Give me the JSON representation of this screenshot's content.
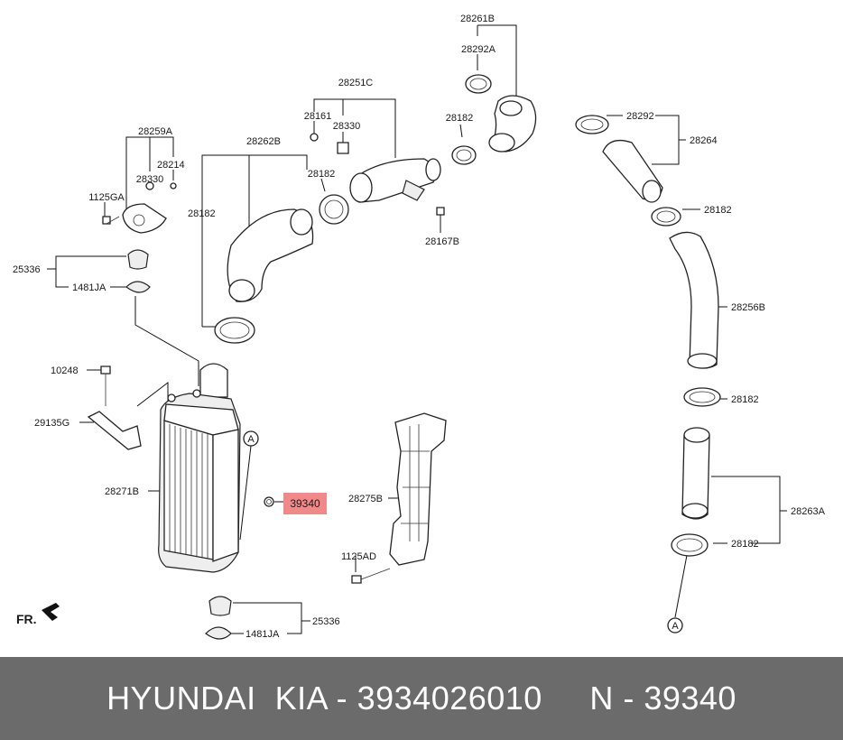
{
  "diagram": {
    "labels": {
      "l28261B": "28261B",
      "l28292A": "28292A",
      "l28251C": "28251C",
      "l28161": "28161",
      "l28330a": "28330",
      "l28182a": "28182",
      "l28292": "28292",
      "l28264": "28264",
      "l28259A": "28259A",
      "l28262B": "28262B",
      "l28214": "28214",
      "l28330b": "28330",
      "l28182b": "28182",
      "l1125GA": "1125GA",
      "l28182c": "28182",
      "l28167B": "28167B",
      "l28182d": "28182",
      "l25336a": "25336",
      "l1481JAa": "1481JA",
      "l28256B": "28256B",
      "l10248": "10248",
      "l28182e": "28182",
      "l29135G": "29135G",
      "lA1": "A",
      "l28271B": "28271B",
      "l39340": "39340",
      "l28275B": "28275B",
      "l28263A": "28263A",
      "l28182f": "28182",
      "l1125AD": "1125AD",
      "lFR": "FR.",
      "l25336b": "25336",
      "l1481JAb": "1481JA",
      "lA2": "A"
    },
    "highlight_color": "#f08a8a"
  },
  "footer": {
    "text": "HYUNDAI  KIA - 3934026010     N - 39340"
  }
}
